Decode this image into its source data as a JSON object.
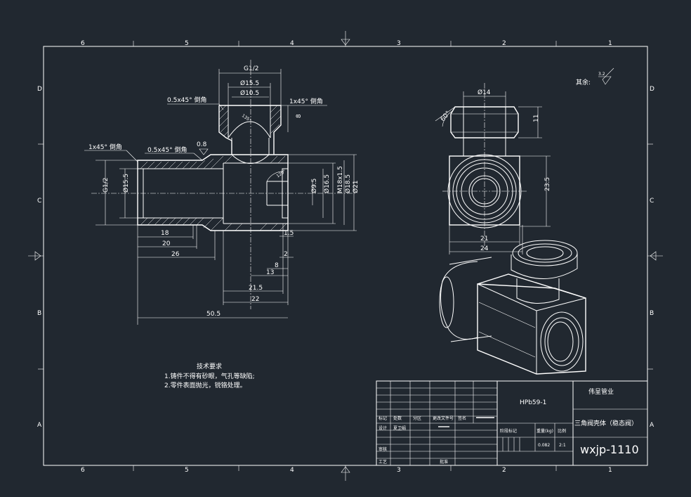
{
  "border": {
    "columns_top": [
      "6",
      "5",
      "4",
      "3",
      "2",
      "1"
    ],
    "columns_bottom": [
      "6",
      "5",
      "4",
      "3",
      "2",
      "1"
    ],
    "rows_left": [
      "D",
      "C",
      "B",
      "A"
    ],
    "rows_right": [
      "D",
      "C",
      "B",
      "A"
    ]
  },
  "section_view": {
    "thread_top": "G1/2",
    "dia_top_outer": "Ø15.5",
    "dia_top_inner": "Ø10.5",
    "chamfer_top_left": "0.5x45° 倒角",
    "chamfer_top_right": "1x45° 倒角",
    "angle_top": "135°",
    "height_top": "8",
    "chamfer_left": "1x45° 倒角",
    "chamfer_mid": "0.5x45° 倒角",
    "roughness_mid": "0.8",
    "thread_left": "G1/2",
    "dia_left": "Ø15.5",
    "angle_inner": "120°",
    "dia_9_5": "Ø9.5",
    "dia_16_5": "Ø16.5",
    "thread_m18": "M18x1.5",
    "dia_18_5": "Ø18.5",
    "dia_21": "Ø21",
    "len_18": "18",
    "len_20": "20",
    "len_26": "26",
    "len_50_5": "50.5",
    "len_1_5": "1.5",
    "len_2": "2",
    "len_8": "8",
    "len_13": "13",
    "len_21_5": "21.5",
    "len_22": "22"
  },
  "side_view": {
    "dia_14": "Ø14",
    "angle_60": "60°",
    "height_11": "11",
    "height_23_5": "23.5",
    "width_21": "21",
    "width_24": "24"
  },
  "roughness_note": {
    "label": "其余:",
    "value": "3.2"
  },
  "tech_notes": {
    "title": "技术要求",
    "line1": "1.铸件不得有砂眼，气孔等缺陷;",
    "line2": "2.零件表面抛光，锐铬处理。"
  },
  "title_block": {
    "material": "HPb59-1",
    "company": "伟呈管业",
    "part_name": "三角阀壳体（稳态阀）",
    "drawing_no": "wxjp-1110",
    "col_mark": "标记",
    "col_count": "处数",
    "col_zone": "分区",
    "col_docno": "更改文件号",
    "col_sign": "签名",
    "design_label": "设计",
    "designer": "夏卫娟",
    "stage_label": "阶段标记",
    "weight_label": "重量(kg)",
    "scale_label": "比例",
    "weight": "0.082",
    "scale": "2:1",
    "review_label": "审核",
    "process_label": "工艺",
    "approve_label": "批准"
  }
}
